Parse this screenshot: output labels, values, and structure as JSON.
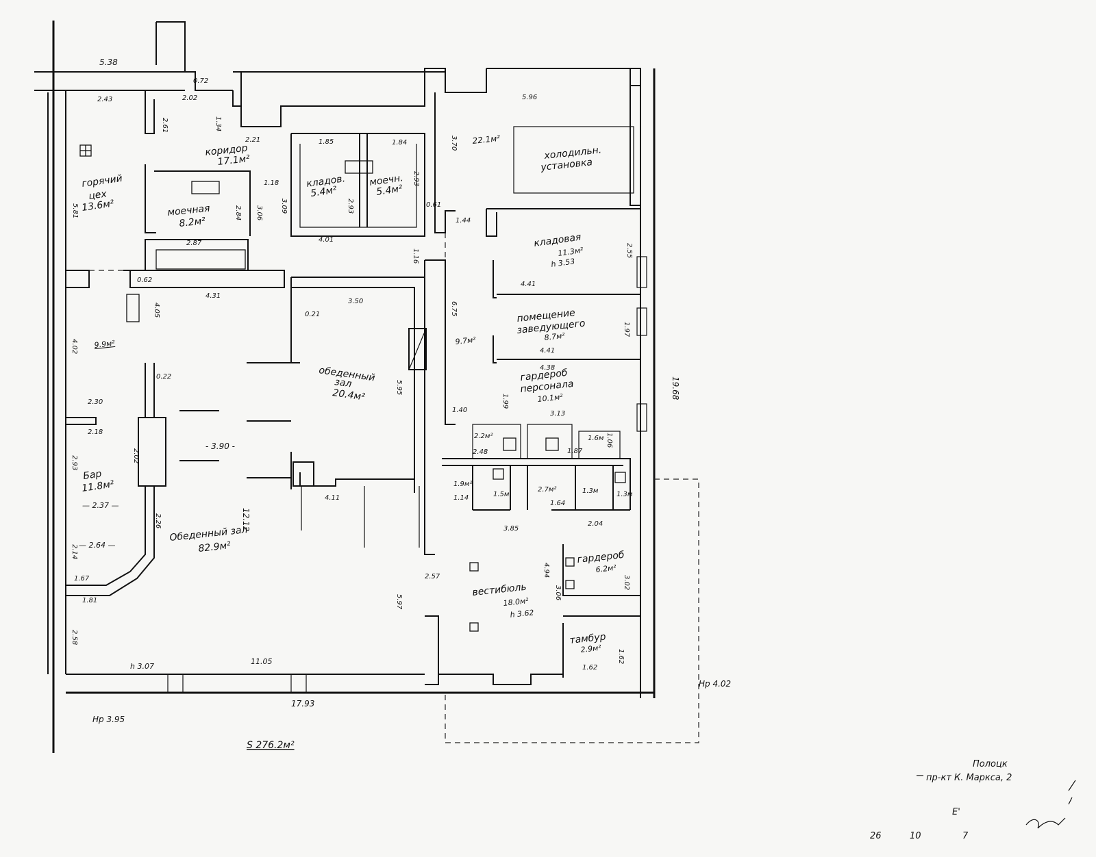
{
  "rooms": {
    "hot_shop": {
      "name": "горячий",
      "name2": "цех",
      "area": "13.6м²"
    },
    "corridor": {
      "name": "коридор",
      "area": "17.1м²"
    },
    "wash1": {
      "name": "моечная",
      "area": "8.2м²"
    },
    "pantry_small": {
      "name": "кладов.",
      "area": "5.4м²"
    },
    "wash_small": {
      "name": "моечн.",
      "area": "5.4м²"
    },
    "refrigeration": {
      "area": "22.1м²",
      "name": "холодильн.",
      "name2": "установка"
    },
    "pantry": {
      "name": "кладовая",
      "area": "11.3м²",
      "height": "h 3.53"
    },
    "manager": {
      "name": "помещение",
      "name2": "заведующего",
      "area": "8.7м²"
    },
    "staff_wardrobe": {
      "name": "гардероб",
      "name2": "персонала",
      "area": "10.1м²"
    },
    "corr_97": {
      "area": "9.7м²"
    },
    "room_99": {
      "area": "9.9м²"
    },
    "dining_small": {
      "name": "обеденный",
      "name2": "зал",
      "area": "20.4м²"
    },
    "bar": {
      "name": "Бар",
      "area": "11.8м²"
    },
    "dining_main": {
      "name": "Обеденный зал",
      "area": "82.9м²"
    },
    "lobby": {
      "name": "вестибюль",
      "area": "18.0м²",
      "height": "h 3.62"
    },
    "cloakroom": {
      "name": "гардероб",
      "area": "6.2м²"
    },
    "vestibule": {
      "name": "тамбур",
      "area": "2.9м²"
    },
    "wc_22": {
      "area": "2.2м²"
    },
    "wc_19": {
      "area": "1.9м²"
    },
    "wc_15": {
      "area": "1.5м"
    },
    "wc_27": {
      "area": "2.7м²"
    },
    "wc_13": {
      "area": "1.3м"
    },
    "wc_13b": {
      "area": "1.3м"
    },
    "wc_16": {
      "area": "1.6м"
    }
  },
  "dimensions": {
    "d538": "5.38",
    "d243": "2.43",
    "d202": "2.02",
    "d072": "0.72",
    "d596": "5.96",
    "d261": "2.61",
    "d134": "1.34",
    "d221": "2.21",
    "d185": "1.85",
    "d184": "1.84",
    "d370": "3.70",
    "d118": "1.18",
    "d581": "5.81",
    "d293a": "2.93",
    "d293b": "2.93",
    "d284": "2.84",
    "d306a": "3.06",
    "d309": "3.09",
    "d061": "0.61",
    "d144": "1.44",
    "d401": "4.01",
    "d287": "2.87",
    "d116": "1.16",
    "d255": "2.55",
    "d062": "0.62",
    "d431": "4.31",
    "d350": "3.50",
    "d441a": "4.41",
    "d405": "4.05",
    "d021": "0.21",
    "d675": "6.75",
    "d197": "1.97",
    "d402": "4.02",
    "d441b": "4.41",
    "d438": "4.38",
    "d022": "0.22",
    "d595": "5.95",
    "d199": "1.99",
    "d1968": "19.68",
    "d230": "2.30",
    "d140": "1.40",
    "d313": "3.13",
    "d218": "2.18",
    "d106": "1.06",
    "d187": "1.87",
    "d248": "2.48",
    "d390": "- 3.90 -",
    "d202b": "2.02",
    "d293c": "2.93",
    "d114": "1.14",
    "d164": "1.64",
    "d237": "— 2.37 —",
    "d1212": "12.12",
    "d411": "4.11",
    "d226": "2.26",
    "d385": "3.85",
    "d204": "2.04",
    "d214": "2.14",
    "d264": "— 2.64 —",
    "d167": "1.67",
    "d257": "2.57",
    "d494": "4.94",
    "d306b": "3.06",
    "d302": "3.02",
    "d181": "1.81",
    "d597": "5.97",
    "d258": "2.58",
    "d307": "h 3.07",
    "d1105": "11.05",
    "d162a": "1.62",
    "d162b": "1.62",
    "d402b": "Нр 4.02",
    "d1793": "17.93",
    "d395": "Нр 3.95"
  },
  "total_area": "S 276.2м²",
  "stamp": {
    "city": "Полоцк",
    "address": "пр-кт К. Маркса, 2",
    "mark": "Е'",
    "day": "26",
    "month": "10",
    "year": "7"
  },
  "colors": {
    "ink": "#111111",
    "paper": "#f7f7f5"
  }
}
